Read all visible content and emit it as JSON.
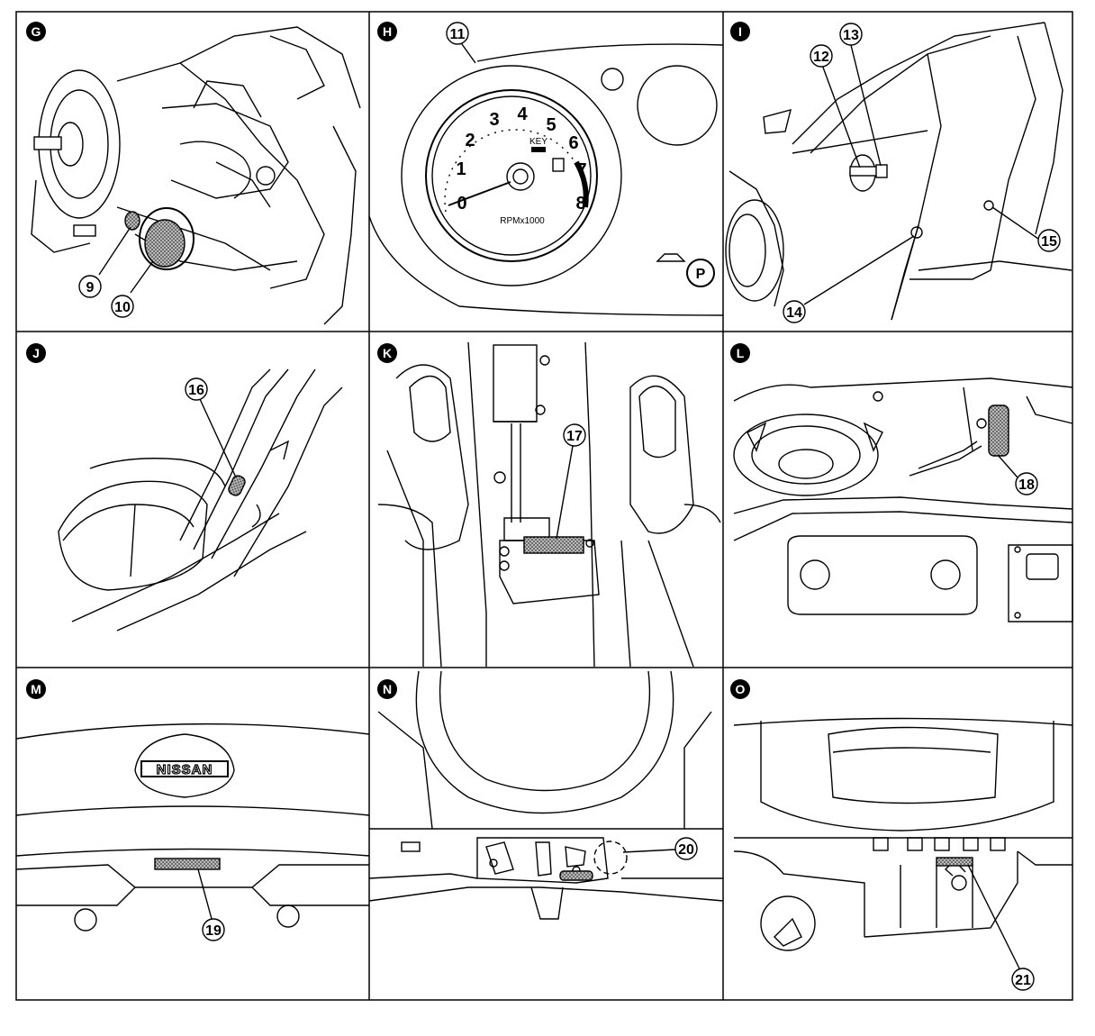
{
  "panels": [
    {
      "letter": "G",
      "callouts": [
        "9",
        "10"
      ]
    },
    {
      "letter": "H",
      "callouts": [
        "11"
      ],
      "gauge_numbers": [
        "0",
        "1",
        "2",
        "3",
        "4",
        "5",
        "6",
        "7",
        "8"
      ],
      "gauge_label": "RPMx1000",
      "key_label": "KEY"
    },
    {
      "letter": "I",
      "callouts": [
        "12",
        "13",
        "14",
        "15"
      ]
    },
    {
      "letter": "J",
      "callouts": [
        "16"
      ]
    },
    {
      "letter": "K",
      "callouts": [
        "17"
      ]
    },
    {
      "letter": "L",
      "callouts": [
        "18"
      ]
    },
    {
      "letter": "M",
      "callouts": [
        "19"
      ],
      "logo_text": "NISSAN"
    },
    {
      "letter": "N",
      "callouts": [
        "20"
      ]
    },
    {
      "letter": "O",
      "callouts": [
        "21"
      ]
    }
  ]
}
